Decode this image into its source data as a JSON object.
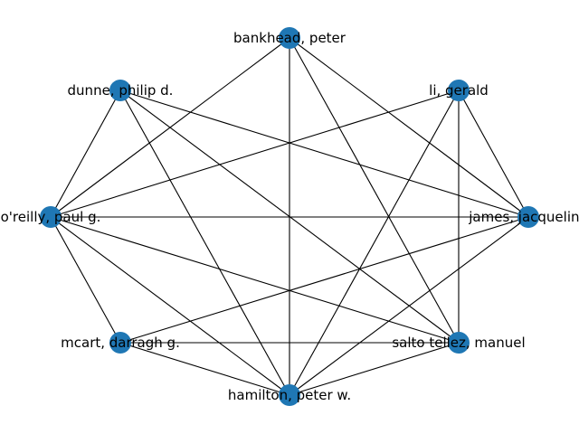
{
  "graph": {
    "node_color": "#1f77b4",
    "edge_color": "#000000",
    "nodes": [
      {
        "id": "bankhead",
        "label": "bankhead, peter"
      },
      {
        "id": "li",
        "label": "li, gerald"
      },
      {
        "id": "james",
        "label": "james, jacqueline"
      },
      {
        "id": "salto",
        "label": "salto tellez, manuel"
      },
      {
        "id": "hamilton",
        "label": "hamilton, peter w."
      },
      {
        "id": "mcart",
        "label": "mcart, darragh g."
      },
      {
        "id": "oreilly",
        "label": "o'reilly, paul g."
      },
      {
        "id": "dunne",
        "label": "dunne, philip d."
      }
    ],
    "edges": [
      [
        "bankhead",
        "oreilly"
      ],
      [
        "bankhead",
        "hamilton"
      ],
      [
        "bankhead",
        "salto"
      ],
      [
        "bankhead",
        "james"
      ],
      [
        "li",
        "oreilly"
      ],
      [
        "li",
        "hamilton"
      ],
      [
        "li",
        "salto"
      ],
      [
        "li",
        "james"
      ],
      [
        "dunne",
        "oreilly"
      ],
      [
        "dunne",
        "james"
      ],
      [
        "dunne",
        "salto"
      ],
      [
        "dunne",
        "hamilton"
      ],
      [
        "oreilly",
        "james"
      ],
      [
        "oreilly",
        "mcart"
      ],
      [
        "oreilly",
        "hamilton"
      ],
      [
        "oreilly",
        "salto"
      ],
      [
        "james",
        "mcart"
      ],
      [
        "james",
        "hamilton"
      ],
      [
        "mcart",
        "hamilton"
      ],
      [
        "mcart",
        "salto"
      ],
      [
        "hamilton",
        "salto"
      ]
    ]
  }
}
